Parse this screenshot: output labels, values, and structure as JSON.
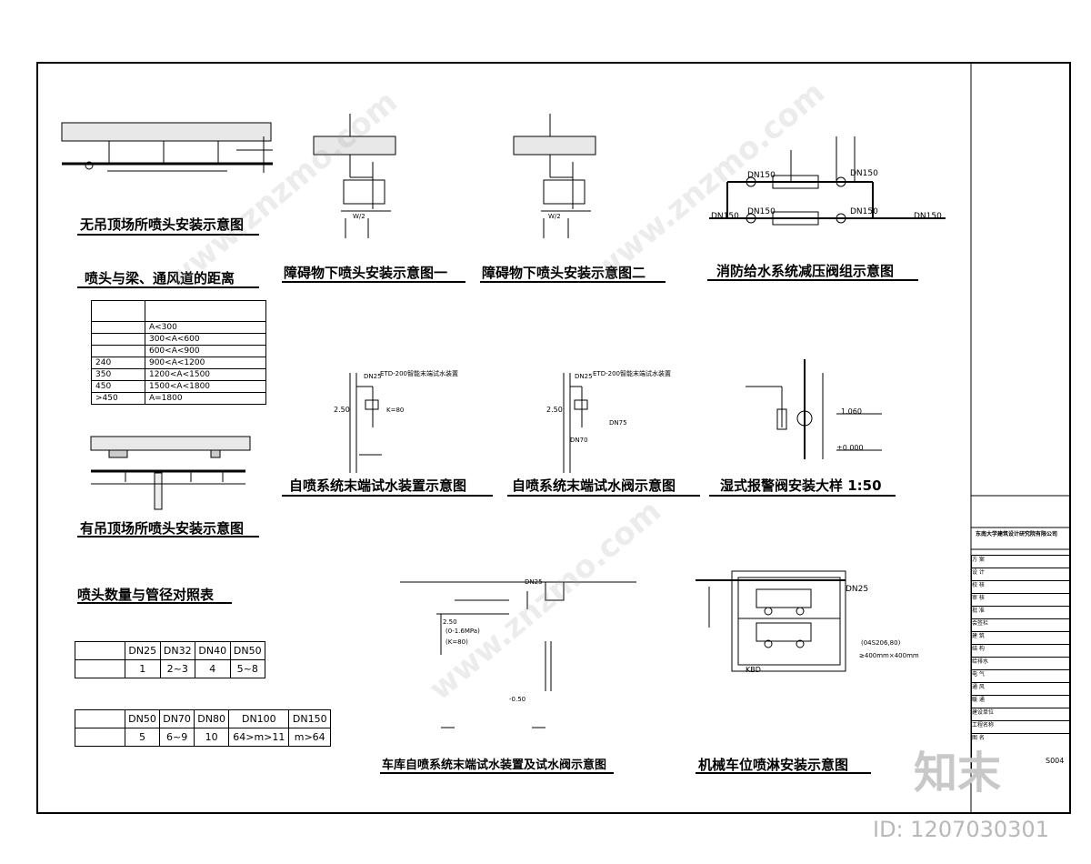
{
  "titles": {
    "no_ceiling": "无吊顶场所喷头安装示意图",
    "beam_distance": "喷头与梁、通风道的距离",
    "with_ceiling": "有吊顶场所喷头安装示意图",
    "sprinkler_table": "喷头数量与管径对照表",
    "obstacle_1": "障碍物下喷头安装示意图一",
    "obstacle_2": "障碍物下喷头安装示意图二",
    "pressure_valve": "消防给水系统减压阀组示意图",
    "test_device": "自喷系统末端试水装置示意图",
    "test_valve": "自喷系统末端试水阀示意图",
    "alarm_valve": "湿式报警阀安装大样 1:50",
    "garage": "车库自喷系统末端试水装置及试水阀示意图",
    "parking": "机械车位喷淋安装示意图"
  },
  "beam_table": {
    "rows": [
      [
        "",
        "A<300"
      ],
      [
        "",
        "300<A<600"
      ],
      [
        "",
        "600<A<900"
      ],
      [
        "240",
        "900<A<1200"
      ],
      [
        "350",
        "1200<A<1500"
      ],
      [
        "450",
        "1500<A<1800"
      ],
      [
        ">450",
        "A=1800"
      ]
    ]
  },
  "table_a": {
    "headers": [
      "DN25",
      "DN32",
      "DN40",
      "DN50"
    ],
    "values": [
      "1",
      "2~3",
      "4",
      "5~8"
    ]
  },
  "table_b": {
    "headers": [
      "DN50",
      "DN70",
      "DN80",
      "DN100",
      "DN150"
    ],
    "values": [
      "5",
      "6~9",
      "10",
      "64>m>11",
      "m>64"
    ]
  },
  "labels": {
    "dn150_a": "DN150",
    "dn150_b": "DN150",
    "dn150_c": "DN150",
    "dn150_d": "DN150",
    "dn150_e": "DN150",
    "dn150_f": "DN150",
    "dn25_a": "DN25",
    "dn25_b": "DN25",
    "dn25_c": "DN25",
    "dn25_d": "DN25",
    "etd_a": "ETD-200智能末端试水装置",
    "etd_b": "ETD-200智能末端试水装置",
    "k80": "K=80",
    "dn75": "DN75",
    "dn70": "DN70",
    "v1060": "1.060",
    "v0000": "±0.000",
    "p2_50a": "2.50",
    "p2_50b": "2.50",
    "v0_1_6": "(0-1.6MPa)",
    "k80b": "(K=80)",
    "h0_50": "-0.50",
    "kbd": "KBD",
    "size400": "≥400mm×400mm",
    "std": "(04S206,80)",
    "w2": "W/2"
  },
  "titleblock": {
    "company": "东南大学建筑设计研究院有限公司",
    "sheet_no": "S004",
    "rows": [
      "方 案",
      "设 计",
      "校 核",
      "审 核",
      "批 准",
      "会签栏",
      "建 筑",
      "结 构",
      "给排水",
      "电 气",
      "通 风",
      "暖 通",
      "建设单位",
      "工程名称",
      "图 名"
    ]
  },
  "watermarks": {
    "zhimo": "知末",
    "id": "ID: 1207030301",
    "site": "www.znzmo.com"
  }
}
